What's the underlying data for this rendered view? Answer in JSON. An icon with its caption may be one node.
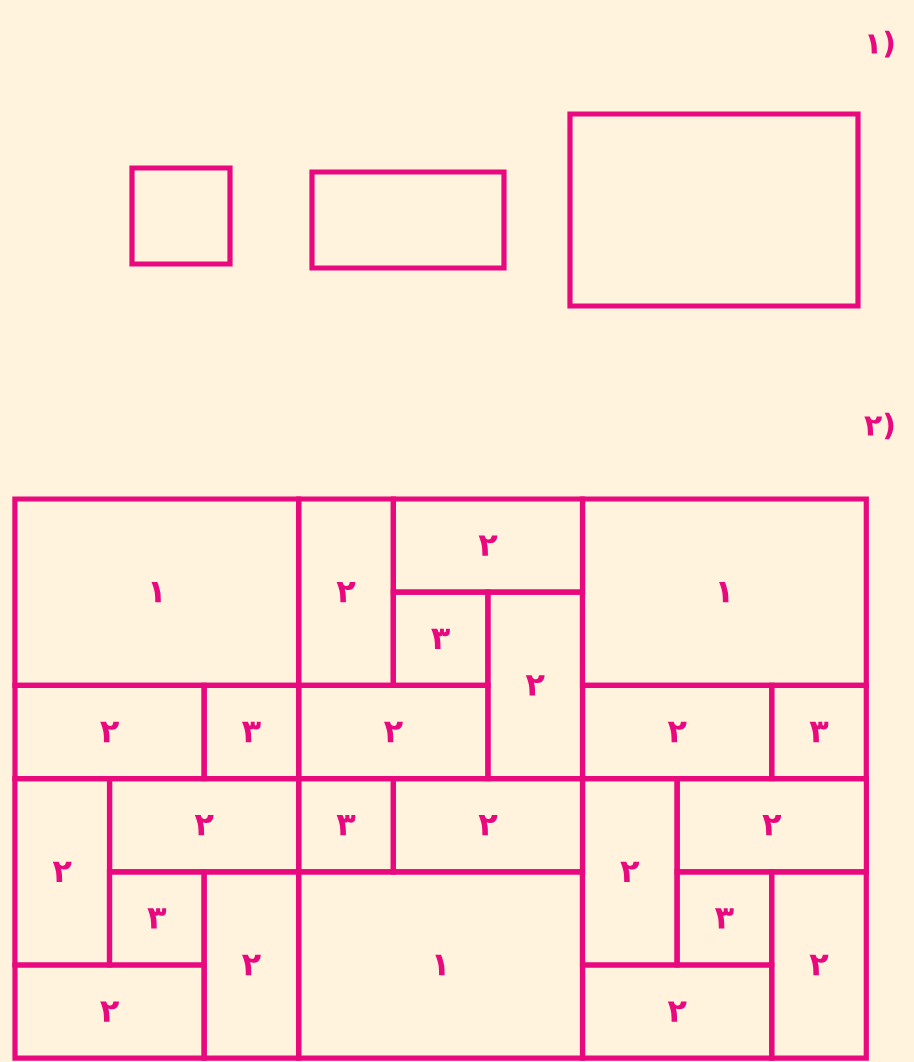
{
  "diagram": {
    "nodes": [
      {
        "text": [],
        "shape": "box"
      },
      {
        "text": [],
        "shape": "box"
      },
      {
        "text": [],
        "shape": "box"
      },
      {
        "text": [
          "۱"
        ]
      },
      {
        "text": [
          "۲"
        ]
      },
      {
        "text": [
          "۲"
        ]
      },
      {
        "text": [
          "۱"
        ]
      },
      {
        "text": [
          "۳"
        ]
      },
      {
        "text": [
          "۲"
        ]
      },
      {
        "text": [
          "۲"
        ]
      },
      {
        "text": [
          "۳"
        ]
      },
      {
        "text": [
          "۲"
        ]
      },
      {
        "text": [
          "۲"
        ]
      },
      {
        "text": [
          "۳"
        ]
      },
      {
        "text": [
          "۲"
        ]
      },
      {
        "text": [
          "۲"
        ]
      },
      {
        "text": [
          "۳"
        ]
      },
      {
        "text": [
          "۲"
        ]
      },
      {
        "text": [
          "۲"
        ]
      },
      {
        "text": [
          "۲"
        ]
      },
      {
        "text": [
          "۳"
        ]
      },
      {
        "text": [
          "۲"
        ]
      },
      {
        "text": [
          "۱"
        ]
      },
      {
        "text": [
          "۳"
        ]
      },
      {
        "text": [
          "۲"
        ]
      },
      {
        "text": [
          "۲"
        ]
      },
      {
        "text": [
          "۲"
        ]
      }
    ],
    "labels": [
      "۱)",
      "۲)"
    ]
  }
}
